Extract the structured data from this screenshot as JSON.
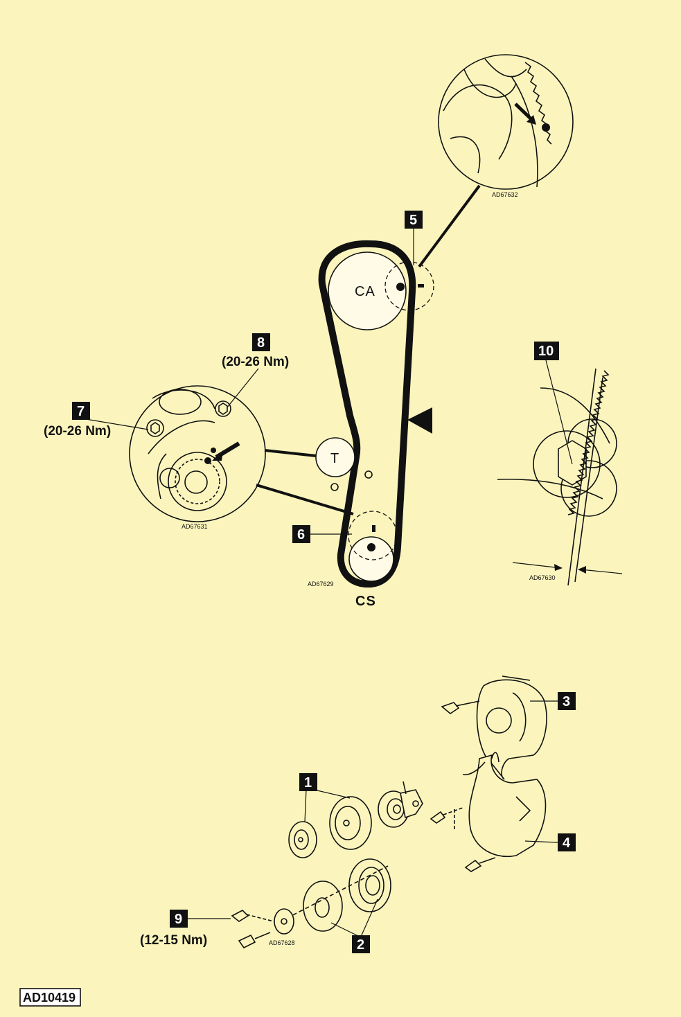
{
  "callouts": {
    "c1": "1",
    "c2": "2",
    "c3": "3",
    "c4": "4",
    "c5": "5",
    "c6": "6",
    "c7": "7",
    "c8": "8",
    "c9": "9",
    "c10": "10"
  },
  "torques": {
    "t7": "(20-26 Nm)",
    "t8": "(20-26 Nm)",
    "t9": "(12-15 Nm)"
  },
  "pulleys": {
    "camshaft": "CA",
    "crankshaft": "CS",
    "tensioner": "T"
  },
  "references": {
    "detail_cam": "AD67632",
    "detail_tensioner": "AD67631",
    "main_belt": "AD67629",
    "detail_belt": "AD67630",
    "exploded": "AD67628"
  },
  "figure_id": "AD10419"
}
